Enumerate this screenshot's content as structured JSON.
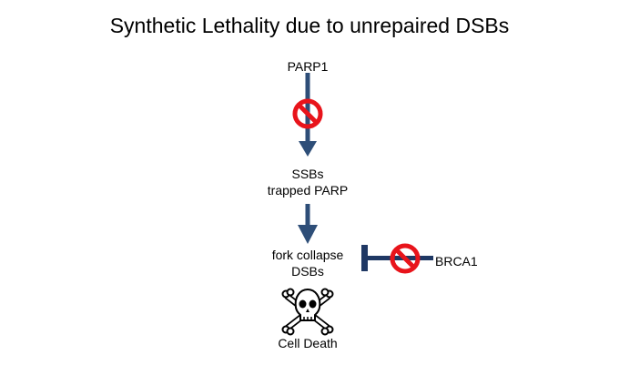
{
  "title": "Synthetic Lethality due to unrepaired DSBs",
  "nodes": {
    "parp1": "PARP1",
    "ssbs_line1": "SSBs",
    "ssbs_line2": "trapped PARP",
    "fork_line1": "fork collapse",
    "fork_line2": "DSBs",
    "brca1": "BRCA1",
    "cell_death": "Cell Death"
  },
  "colors": {
    "arrow": "#2E4E78",
    "inhibitor": "#1F3864",
    "prohibition": "#E8141B"
  },
  "icons": {
    "inhibition_marker": "prohibition-sign-icon",
    "death_marker": "skull-crossbones-icon"
  }
}
